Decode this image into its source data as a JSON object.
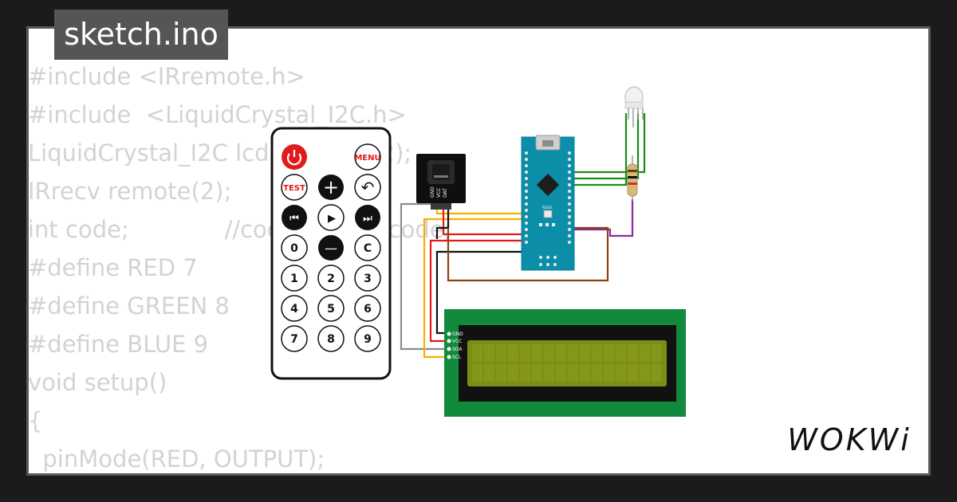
{
  "title": "sketch.ino",
  "code_lines": [
    "#include <IRremote.h>",
    "#include  <LiquidCrystal_I2C.h>",
    "LiquidCrystal_I2C lcd(0x27,16,2);",
    "IRrecv remote(2);",
    "int code;             //code results code;",
    "#define RED 7",
    "#define GREEN 8",
    "#define BLUE 9",
    "void setup()",
    "{",
    "  pinMode(RED, OUTPUT);"
  ],
  "brand": "WOKWi",
  "remote": {
    "power_label": "",
    "menu_label": "MENU",
    "test_label": "TEST",
    "plus_label": "+",
    "back_label": "↶",
    "prev_label": "⏮",
    "play_label": "▶",
    "next_label": "⏭",
    "zero_label": "0",
    "minus_label": "—",
    "c_label": "C",
    "digits": [
      "1",
      "2",
      "3",
      "4",
      "5",
      "6",
      "7",
      "8",
      "9"
    ]
  },
  "ir_receiver": {
    "pins": [
      "DAT",
      "VCC",
      "GND"
    ]
  },
  "lcd": {
    "pins": [
      "GND",
      "VCC",
      "SDA",
      "SCL"
    ]
  },
  "arduino": {
    "reset_label": "RESET"
  },
  "colors": {
    "wire_yellow": "#f2b200",
    "wire_red": "#e01b1b",
    "wire_black": "#111111",
    "wire_gray": "#8c8c8c",
    "wire_green": "#1a8c1a",
    "wire_purple": "#8a2a9e",
    "wire_brown": "#8b4513",
    "board_blue": "#0c8ea8",
    "lcd_pcb": "#128a3c",
    "lcd_screen": "#7c8d14",
    "remote_red": "#e01b1b",
    "code_gray": "#d3d3d3"
  }
}
